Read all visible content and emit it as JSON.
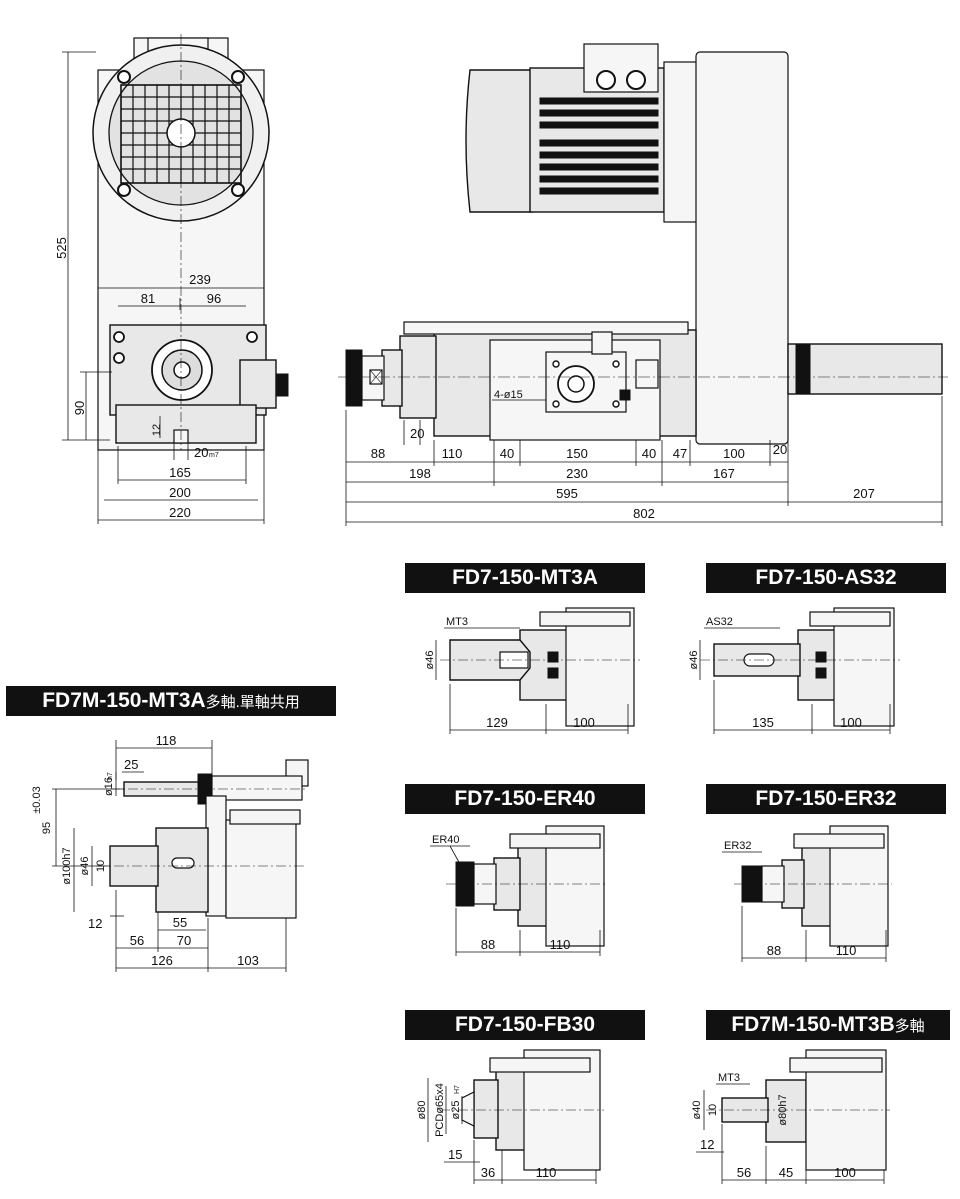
{
  "labels": {
    "front": {
      "h525": "525",
      "w239": "239",
      "w81": "81",
      "w96": "96",
      "h90": "90",
      "h12": "12",
      "k20": "20",
      "k20tol": "m7",
      "w165": "165",
      "w200": "200",
      "w220": "220"
    },
    "side": {
      "holes": "4-ø15",
      "v20": "20",
      "d88": "88",
      "d110": "110",
      "d40a": "40",
      "d150": "150",
      "d40b": "40",
      "d47": "47",
      "d100": "100",
      "d20": "20",
      "d198": "198",
      "d230": "230",
      "d167": "167",
      "d595": "595",
      "d207": "207",
      "d802": "802"
    },
    "mt3a": {
      "tool": "MT3",
      "dia": "ø46",
      "len": "129",
      "body": "100"
    },
    "as32": {
      "tool": "AS32",
      "dia": "ø46",
      "len": "135",
      "body": "100"
    },
    "er40": {
      "tool": "ER40",
      "len": "88",
      "body": "110"
    },
    "er32": {
      "tool": "ER32",
      "len": "88",
      "body": "110"
    },
    "fb30": {
      "d80": "ø80",
      "pcd": "PCDø65x4",
      "d25": "ø25",
      "d25tol": "H7",
      "d15": "15",
      "d36": "36",
      "d110": "110"
    },
    "mt3b": {
      "tool": "MT3",
      "d40": "ø40",
      "d10": "10",
      "d80": "ø80h7",
      "d12": "12",
      "d56": "56",
      "d45": "45",
      "d100": "100"
    },
    "multi": {
      "d118": "118",
      "d25": "25",
      "d16": "ø16",
      "d16tol": "h7",
      "d95": "95",
      "tol": "±0.03",
      "d100": "ø100h7",
      "d46": "ø46",
      "d10": "10",
      "d12": "12",
      "d55": "55",
      "d56": "56",
      "d70": "70",
      "d126": "126",
      "d103": "103"
    }
  },
  "banners": {
    "mt3a": "FD7-150-MT3A",
    "as32": "FD7-150-AS32",
    "er40": "FD7-150-ER40",
    "er32": "FD7-150-ER32",
    "fb30": "FD7-150-FB30",
    "mt3b_main": "FD7M-150-MT3B",
    "mt3b_note": "多軸",
    "multi_main": "FD7M-150-MT3A",
    "multi_note": "多軸.單軸共用"
  }
}
